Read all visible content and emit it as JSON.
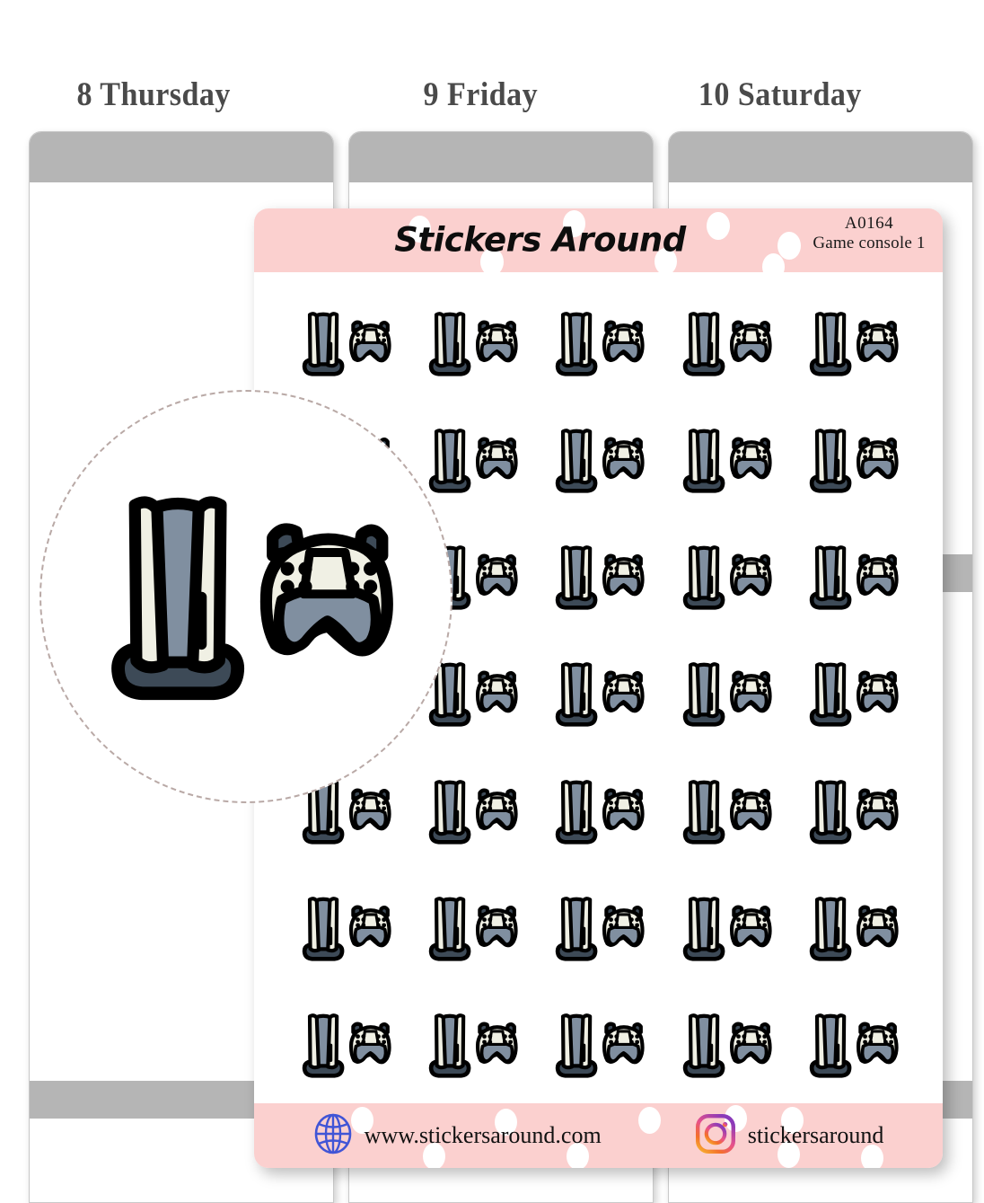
{
  "planner": {
    "days": [
      {
        "label": "8 Thursday"
      },
      {
        "label": "9 Friday"
      },
      {
        "label": "10 Saturday"
      }
    ]
  },
  "sheet": {
    "header": {
      "brand": "Stickers Around",
      "code": "A0164",
      "description": "Game console 1"
    },
    "footer": {
      "website_icon": "globe-icon",
      "website": "www.stickersaround.com",
      "instagram_icon": "instagram-icon",
      "instagram": "stickersaround"
    },
    "grid": {
      "columns": 5,
      "rows": 7,
      "sticker_name": "game-console-sticker",
      "total": 35
    },
    "magnifier": {
      "label": "zoomed-sticker-preview"
    }
  },
  "colors": {
    "sheet_band": "#fbd0cf",
    "planner_tab": "#b5b5b5",
    "sticker_cream": "#f0f0e4",
    "sticker_slate": "#808fa0",
    "sticker_base": "#3d4a57",
    "sticker_outline": "#000000",
    "globe_blue": "#4155d6",
    "day_label": "#4a4a4a"
  }
}
